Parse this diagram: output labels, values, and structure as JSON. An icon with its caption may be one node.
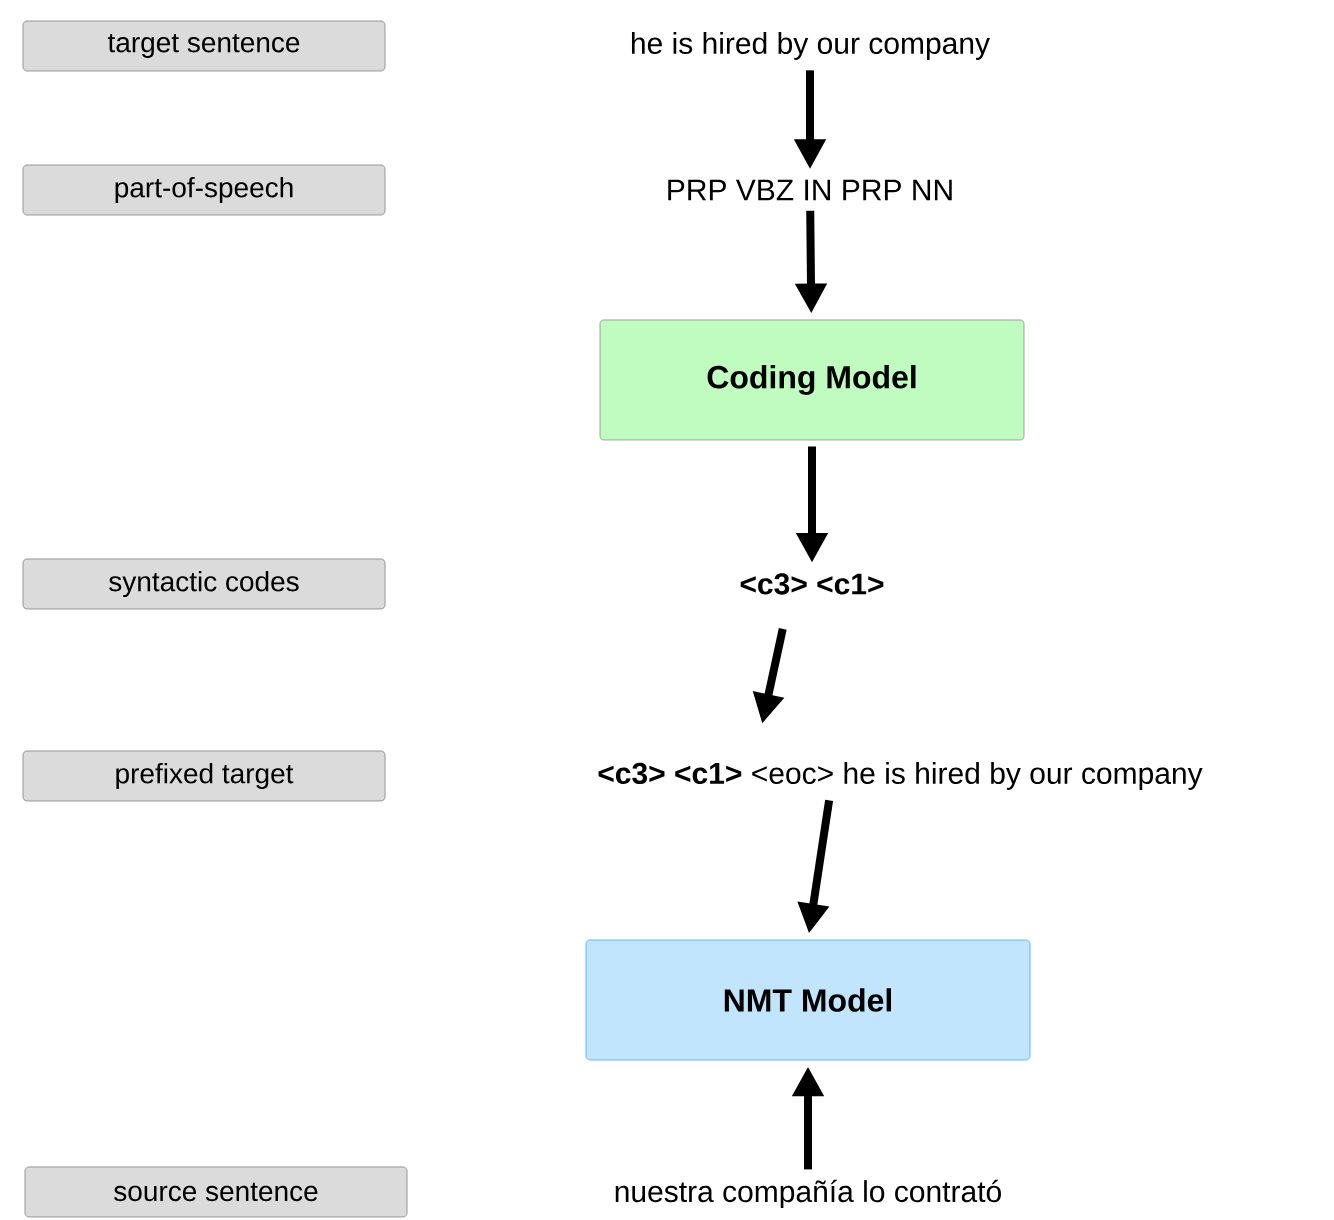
{
  "diagram": {
    "nodes": [
      {
        "text": [
          "target sentence"
        ]
      },
      {
        "text": [
          "he is hired by our company"
        ]
      },
      {
        "text": [
          "part-of-speech"
        ]
      },
      {
        "text": [
          "PRP VBZ IN PRP NN"
        ]
      },
      {
        "text": [
          "Coding Model"
        ]
      },
      {
        "text": [
          "syntactic codes"
        ]
      },
      {
        "text": [
          "<c3> <c1>"
        ]
      },
      {
        "text": [
          "prefixed target"
        ]
      },
      {
        "text": [
          "**<c3> <c1>** <eoc> he is hired by our company"
        ]
      },
      {
        "text": [
          "NMT Model"
        ]
      },
      {
        "text": [
          "source sentence"
        ]
      },
      {
        "text": [
          "nuestra compañía lo contrató"
        ]
      }
    ],
    "edges": [
      {
        "from": 1,
        "to": 3,
        "arrow": "to"
      },
      {
        "from": 3,
        "to": 4,
        "arrow": "to"
      },
      {
        "from": 4,
        "to": 6,
        "arrow": "to"
      },
      {
        "from": 6,
        "to": 8,
        "arrow": "to"
      },
      {
        "from": 8,
        "to": 9,
        "arrow": "to"
      },
      {
        "from": 11,
        "to": 9,
        "arrow": "to"
      }
    ]
  }
}
